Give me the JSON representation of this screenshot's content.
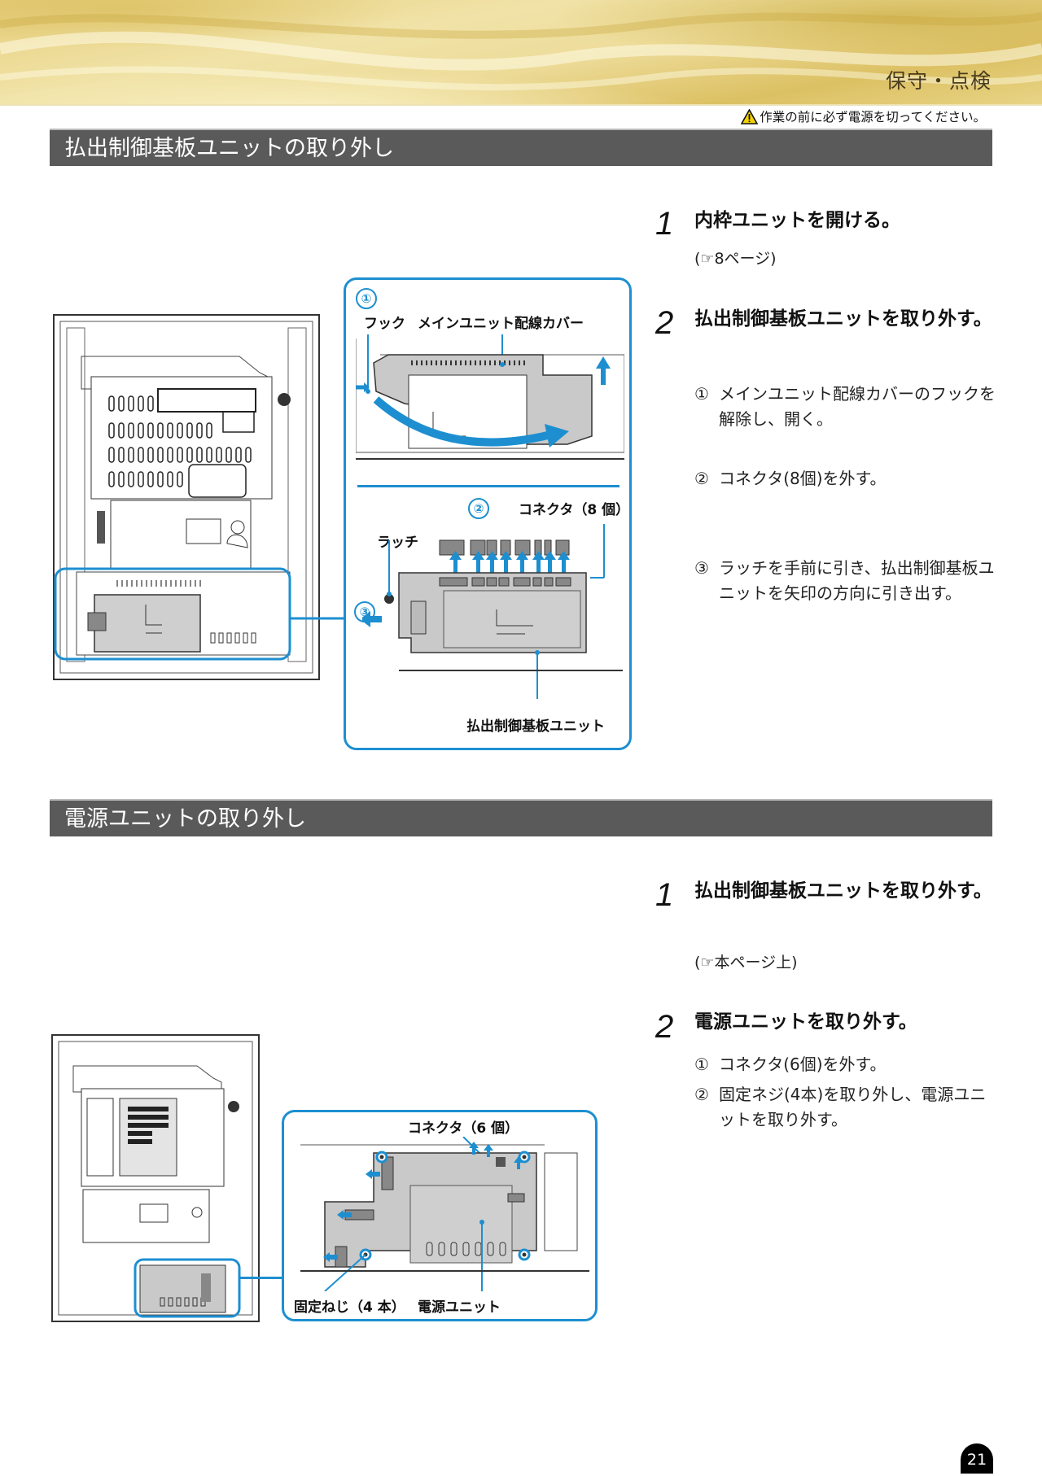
{
  "header": {
    "chapter_title": "保守・点検",
    "warning_icon": "warning-triangle-icon",
    "warning_text": "作業の前に必ず電源を切ってください。",
    "colors": {
      "banner_gold": "#e6cf7e",
      "section_bar": "#5a5a5a",
      "accent_blue": "#1d8fd0"
    }
  },
  "section1": {
    "title": "払出制御基板ユニットの取り外し",
    "steps": [
      {
        "number": "1",
        "title": "内枠ユニットを開ける。",
        "ref": "(☞8ページ)"
      },
      {
        "number": "2",
        "title": "払出制御基板ユニットを取り外す。",
        "substeps": [
          {
            "marker": "①",
            "text": "メインユニット配線カバーのフックを解除し、開く。"
          },
          {
            "marker": "②",
            "text": "コネクタ(8個)を外す。"
          },
          {
            "marker": "③",
            "text": "ラッチを手前に引き、払出制御基板ユニットを矢印の方向に引き出す。"
          }
        ]
      }
    ],
    "figure": {
      "callout_1": "①",
      "label_hook": "フック",
      "label_cover": "メインユニット配線カバー",
      "callout_2": "②",
      "label_connectors": "コネクタ（8 個）",
      "label_latch": "ラッチ",
      "callout_3": "③",
      "label_unit": "払出制御基板ユニット"
    }
  },
  "section2": {
    "title": "電源ユニットの取り外し",
    "steps": [
      {
        "number": "1",
        "title": "払出制御基板ユニットを取り外す。",
        "ref": "(☞本ページ上)"
      },
      {
        "number": "2",
        "title": "電源ユニットを取り外す。",
        "substeps": [
          {
            "marker": "①",
            "text": "コネクタ(6個)を外す。"
          },
          {
            "marker": "②",
            "text": "固定ネジ(4本)を取り外し、電源ユニットを取り外す。"
          }
        ]
      }
    ],
    "figure": {
      "label_connectors": "コネクタ（6 個）",
      "label_screws": "固定ねじ（4 本）",
      "label_unit": "電源ユニット"
    }
  },
  "footer": {
    "page_number": "21"
  }
}
